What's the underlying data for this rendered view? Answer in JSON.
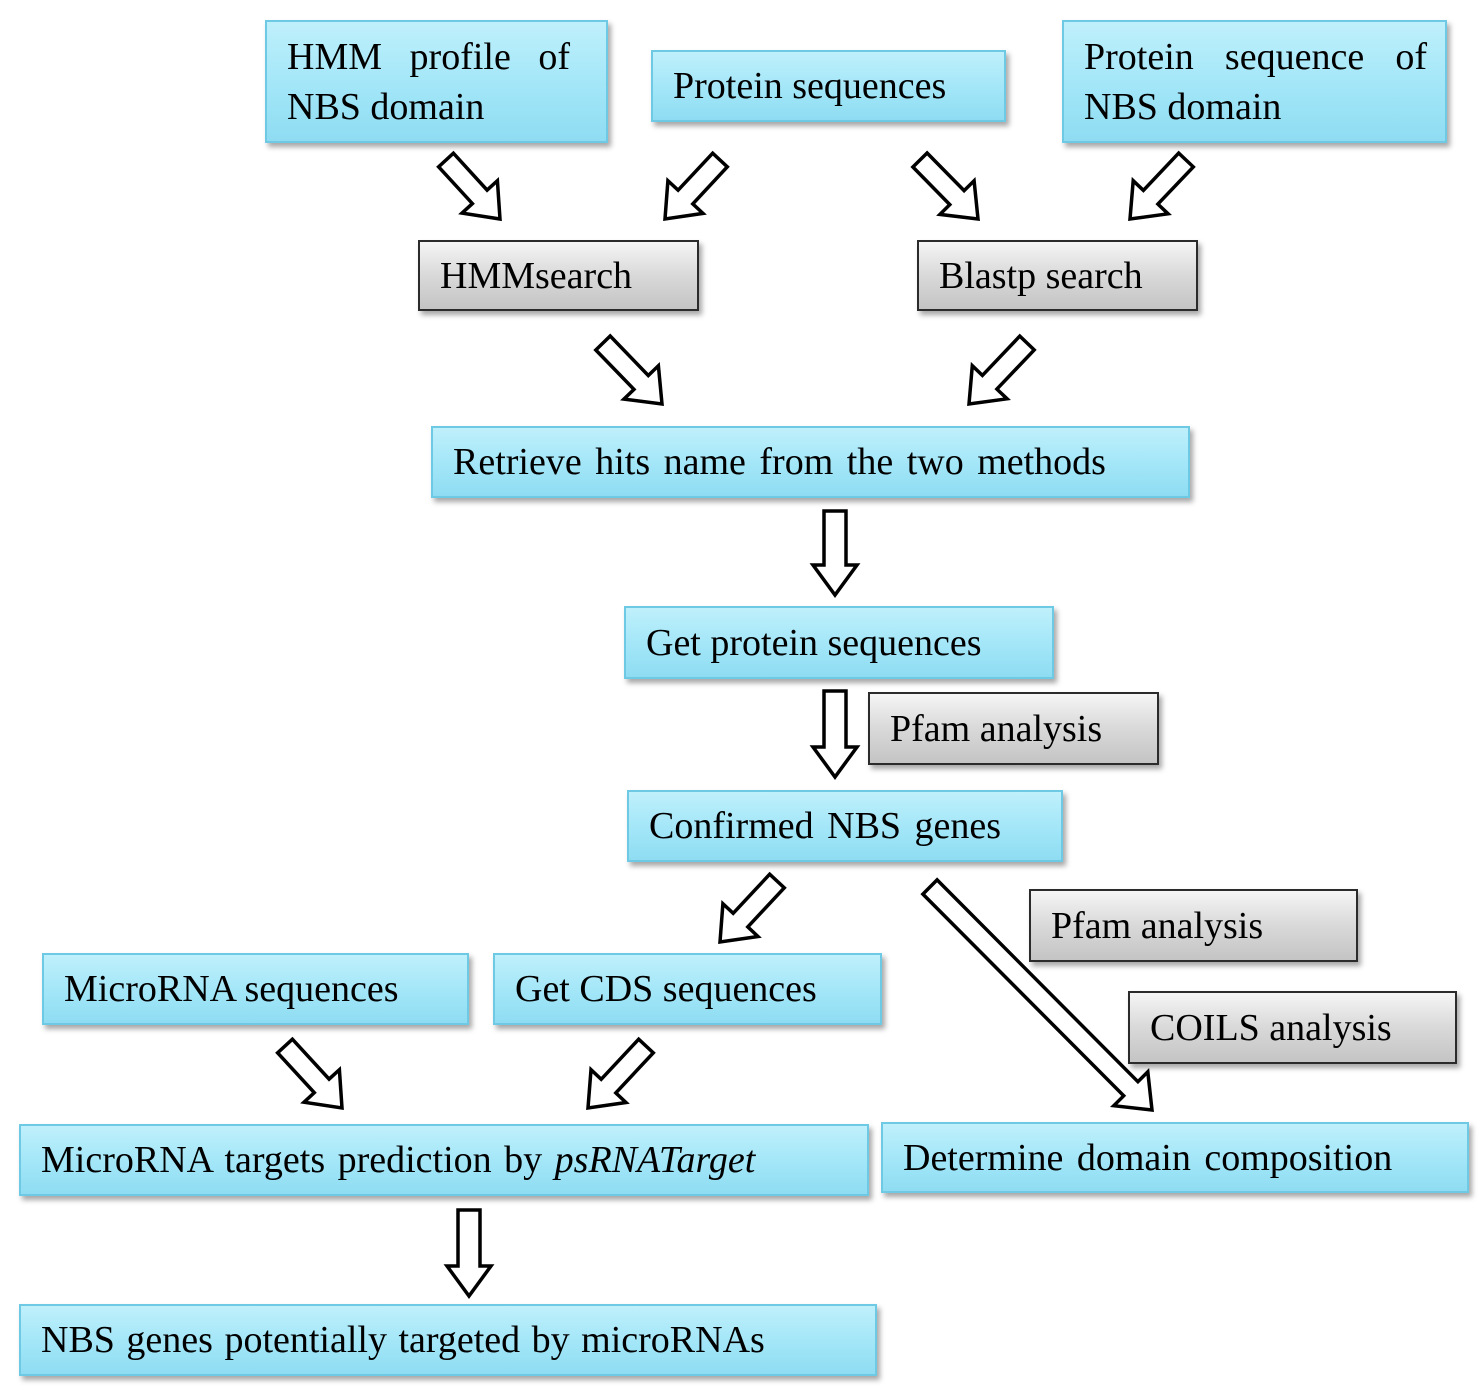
{
  "nodes": {
    "hmm_profile": {
      "line1": "HMM profile of",
      "line2": "NBS domain"
    },
    "protein_sequences": "Protein sequences",
    "protein_seq_nbs": {
      "line1": "Protein sequence of",
      "line2": "NBS domain"
    },
    "hmmsearch": "HMMsearch",
    "blastp": "Blastp search",
    "retrieve_hits": "Retrieve hits name from the two methods",
    "get_protein": "Get protein sequences",
    "pfam_1": "Pfam analysis",
    "confirmed_nbs": "Confirmed NBS genes",
    "pfam_2": "Pfam analysis",
    "coils": "COILS analysis",
    "microrna_seq": "MicroRNA sequences",
    "get_cds": "Get CDS sequences",
    "mirna_targets": {
      "text": "MicroRNA targets prediction by ",
      "tool": "psRNATarget"
    },
    "domain_comp": "Determine domain composition",
    "nbs_targeted": "NBS genes potentially targeted by microRNAs"
  },
  "colors": {
    "process_fill": "#a2e6f8",
    "process_border": "#6ec9e4",
    "tool_fill": "#d9d9d9",
    "tool_border": "#2b2b2b",
    "arrow": "#000000"
  }
}
